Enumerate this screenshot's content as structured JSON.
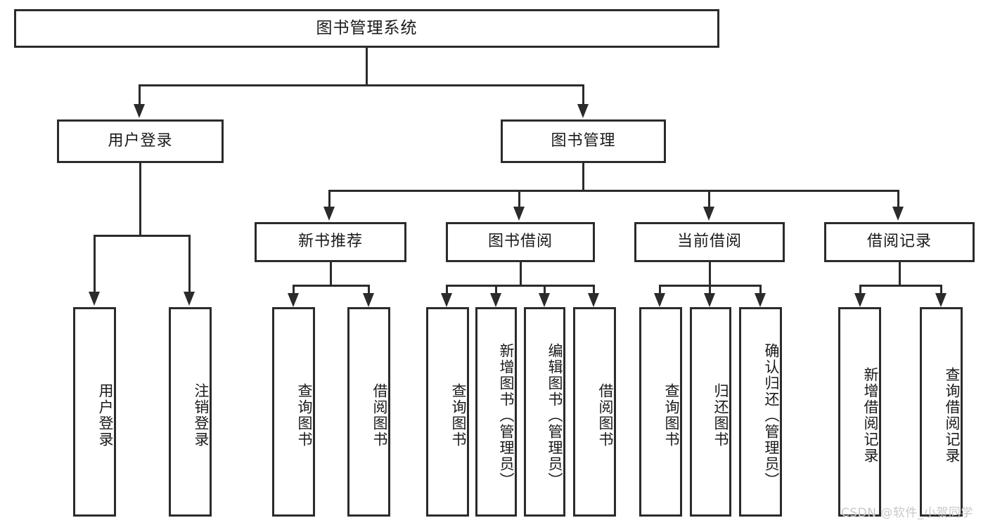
{
  "diagram": {
    "title_node": {
      "label": "图书管理系统"
    },
    "level2": [
      {
        "id": "user-login",
        "label": "用户登录"
      },
      {
        "id": "book-management",
        "label": "图书管理"
      }
    ],
    "level3": [
      {
        "id": "new-book-recommend",
        "label": "新书推荐"
      },
      {
        "id": "book-borrow",
        "label": "图书借阅"
      },
      {
        "id": "current-borrow",
        "label": "当前借阅"
      },
      {
        "id": "borrow-record",
        "label": "借阅记录"
      }
    ],
    "leaves": {
      "user_login": [
        {
          "id": "leaf-user-login",
          "label": "用户登录"
        },
        {
          "id": "leaf-logout-login",
          "label": "注销登录"
        }
      ],
      "new_book_recommend": [
        {
          "id": "leaf-query-book-1",
          "label": "查询图书"
        },
        {
          "id": "leaf-borrow-book-1",
          "label": "借阅图书"
        }
      ],
      "book_borrow": [
        {
          "id": "leaf-query-book-2",
          "label": "查询图书"
        },
        {
          "id": "leaf-add-book-admin",
          "label": "新增图书（管理员）"
        },
        {
          "id": "leaf-edit-book-admin",
          "label": "编辑图书（管理员）"
        },
        {
          "id": "leaf-borrow-book-2",
          "label": "借阅图书"
        }
      ],
      "current_borrow": [
        {
          "id": "leaf-query-book-3",
          "label": "查询图书"
        },
        {
          "id": "leaf-return-book",
          "label": "归还图书"
        },
        {
          "id": "leaf-confirm-return-admin",
          "label": "确认归还（管理员）"
        }
      ],
      "borrow_record": [
        {
          "id": "leaf-add-borrow-record",
          "label": "新增借阅记录"
        },
        {
          "id": "leaf-query-borrow-record",
          "label": "查询借阅记录"
        }
      ]
    }
  },
  "watermark": {
    "text": "CSDN @软件_小贺同学"
  },
  "colors": {
    "stroke": "#2b2b2b",
    "box_fill": "#ffffff",
    "text": "#1a1a1a",
    "watermark": "#c9c9c9",
    "background": "#ffffff"
  }
}
